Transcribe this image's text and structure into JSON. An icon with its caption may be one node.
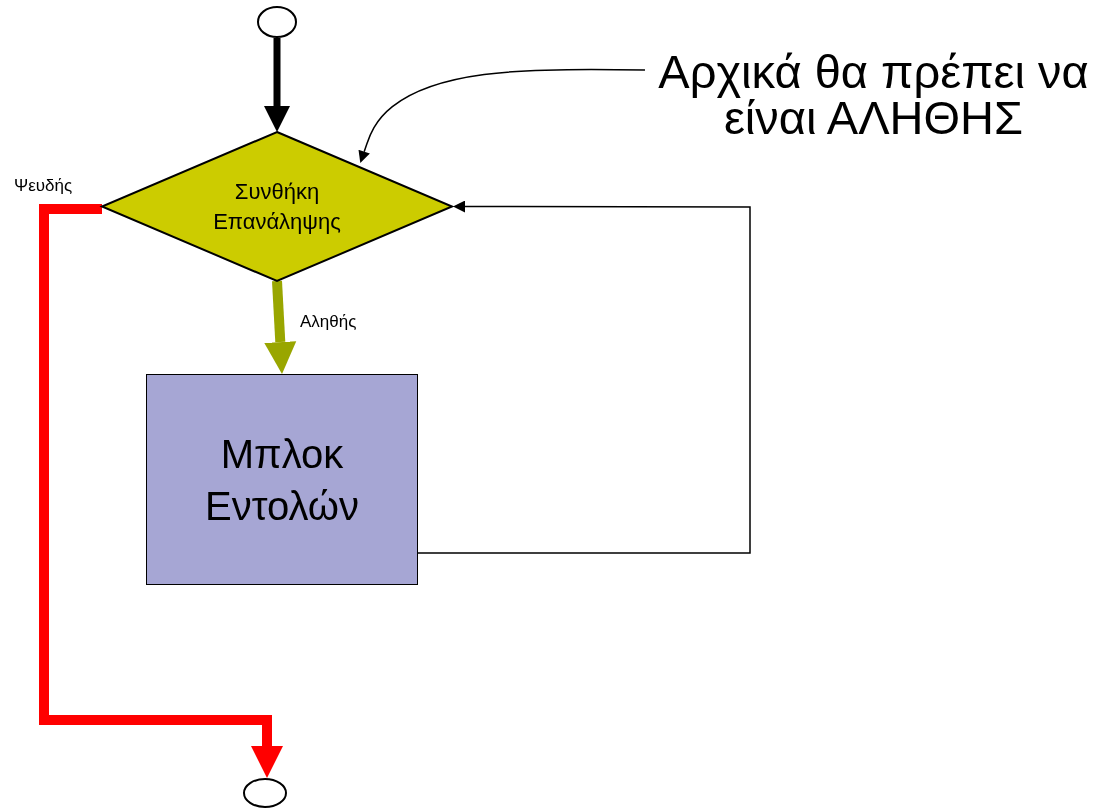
{
  "diagram": {
    "nodes": [
      {
        "text": [],
        "shape": "ellipse"
      },
      {
        "text": [
          "Συνθήκη Επανάληψης"
        ]
      },
      {
        "text": [
          "Μπλοκ Εντολών"
        ]
      },
      {
        "text": [],
        "shape": "ellipse"
      },
      {
        "text": [
          "Αρχικά θα πρέπει να είναι ΑΛΗΘΗΣ"
        ]
      }
    ],
    "edges": [
      {
        "from": 0,
        "to": 1,
        "arrow": "to"
      },
      {
        "from": 1,
        "to": 2,
        "arrow": "to",
        "label": "Αληθής",
        "color": "#99a600"
      },
      {
        "from": 2,
        "to": 1,
        "arrow": "to"
      },
      {
        "from": 1,
        "to": 3,
        "arrow": "to",
        "label": "Ψευδής",
        "color": "#ff0000"
      },
      {
        "from": 4,
        "to": 1,
        "arrow": "to"
      }
    ]
  }
}
